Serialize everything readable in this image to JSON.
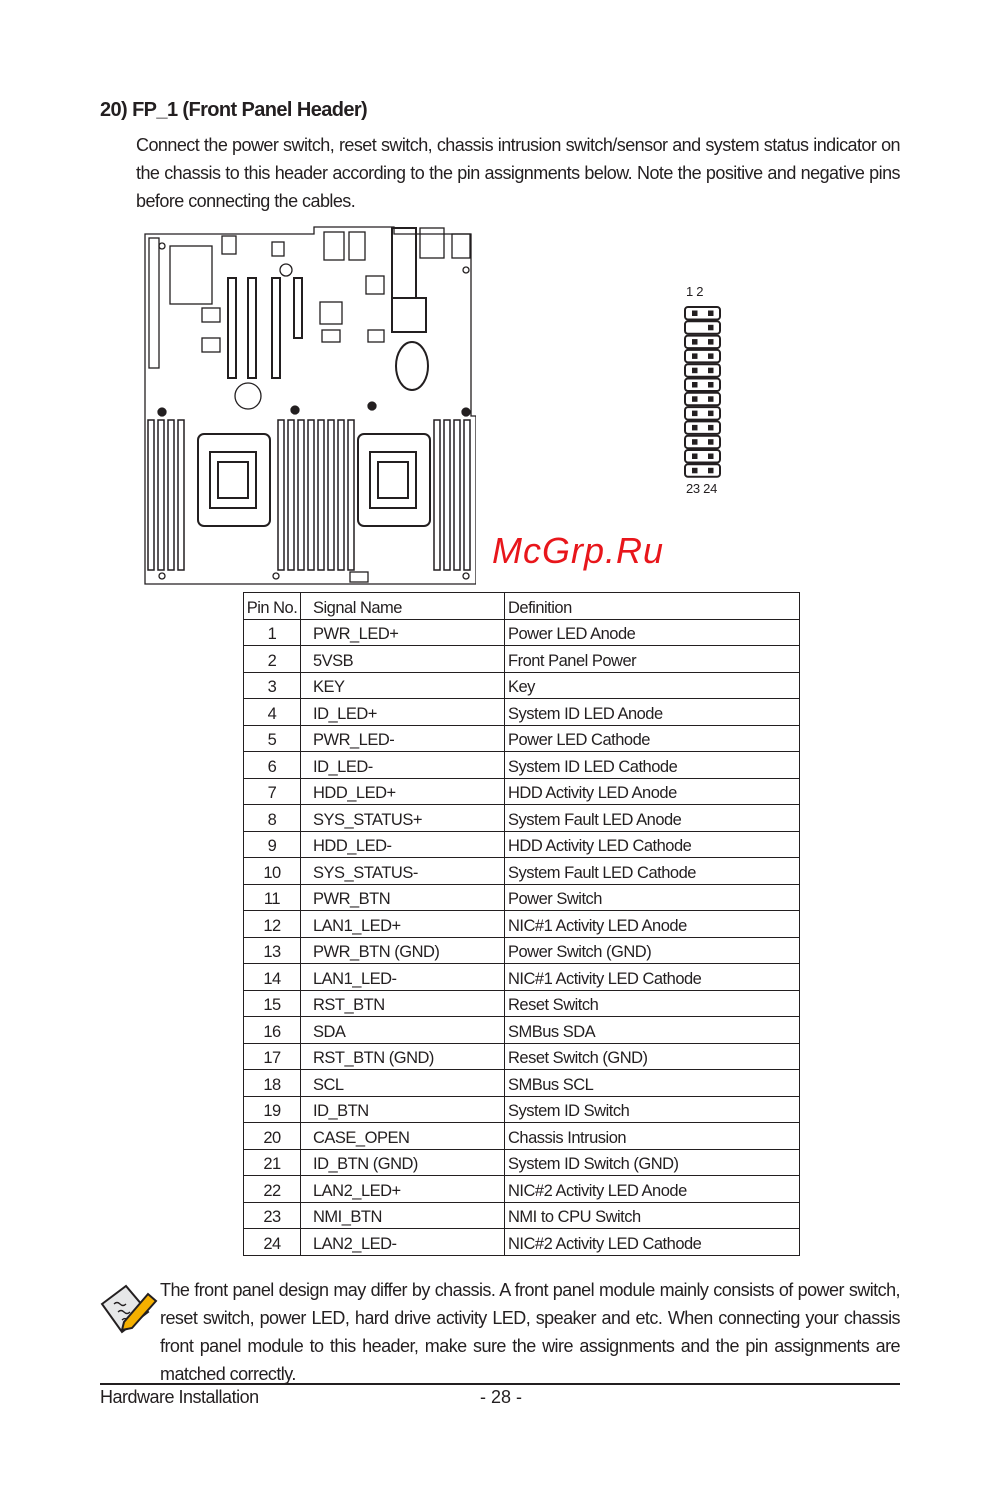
{
  "section": {
    "title": "20)  FP_1 (Front Panel Header)",
    "intro": "Connect the power switch, reset switch, chassis intrusion switch/sensor and system status indicator on the chassis to this header according to the pin assignments below. Note the positive and negative pins before connecting the cables."
  },
  "header_diagram": {
    "top_label": "1  2",
    "bottom_label": "23 24",
    "rows": 12,
    "missing_pin": 3
  },
  "table": {
    "headers": [
      "Pin No.",
      "Signal Name",
      "Definition"
    ],
    "rows": [
      [
        "1",
        "PWR_LED+",
        "Power LED Anode"
      ],
      [
        "2",
        "5VSB",
        "Front Panel Power"
      ],
      [
        "3",
        "KEY",
        "Key"
      ],
      [
        "4",
        "ID_LED+",
        "System ID LED Anode"
      ],
      [
        "5",
        "PWR_LED-",
        "Power LED Cathode"
      ],
      [
        "6",
        "ID_LED-",
        "System ID LED Cathode"
      ],
      [
        "7",
        "HDD_LED+",
        "HDD Activity LED Anode"
      ],
      [
        "8",
        "SYS_STATUS+",
        "System Fault LED Anode"
      ],
      [
        "9",
        "HDD_LED-",
        "HDD Activity LED Cathode"
      ],
      [
        "10",
        "SYS_STATUS-",
        "System Fault LED Cathode"
      ],
      [
        "11",
        "PWR_BTN",
        "Power Switch"
      ],
      [
        "12",
        "LAN1_LED+",
        "NIC#1 Activity LED Anode"
      ],
      [
        "13",
        "PWR_BTN (GND)",
        "Power Switch (GND)"
      ],
      [
        "14",
        "LAN1_LED-",
        "NIC#1 Activity LED Cathode"
      ],
      [
        "15",
        "RST_BTN",
        "Reset Switch"
      ],
      [
        "16",
        "SDA",
        "SMBus SDA"
      ],
      [
        "17",
        "RST_BTN (GND)",
        "Reset Switch (GND)"
      ],
      [
        "18",
        "SCL",
        "SMBus SCL"
      ],
      [
        "19",
        "ID_BTN",
        "System ID Switch"
      ],
      [
        "20",
        "CASE_OPEN",
        "Chassis Intrusion"
      ],
      [
        "21",
        "ID_BTN (GND)",
        "System ID Switch (GND)"
      ],
      [
        "22",
        "LAN2_LED+",
        "NIC#2 Activity LED Anode"
      ],
      [
        "23",
        "NMI_BTN",
        "NMI to CPU Switch"
      ],
      [
        "24",
        "LAN2_LED-",
        "NIC#2 Activity LED Cathode"
      ]
    ]
  },
  "note": "The front panel design may differ by chassis. A front panel module mainly consists of power switch, reset switch, power LED, hard drive activity LED, speaker and etc. When connecting your chassis front panel module to this header, make sure the wire assignments and the pin assignments are matched correctly.",
  "footer": {
    "section": "Hardware Installation",
    "page": "- 28 -"
  },
  "watermark": "McGrp.Ru"
}
